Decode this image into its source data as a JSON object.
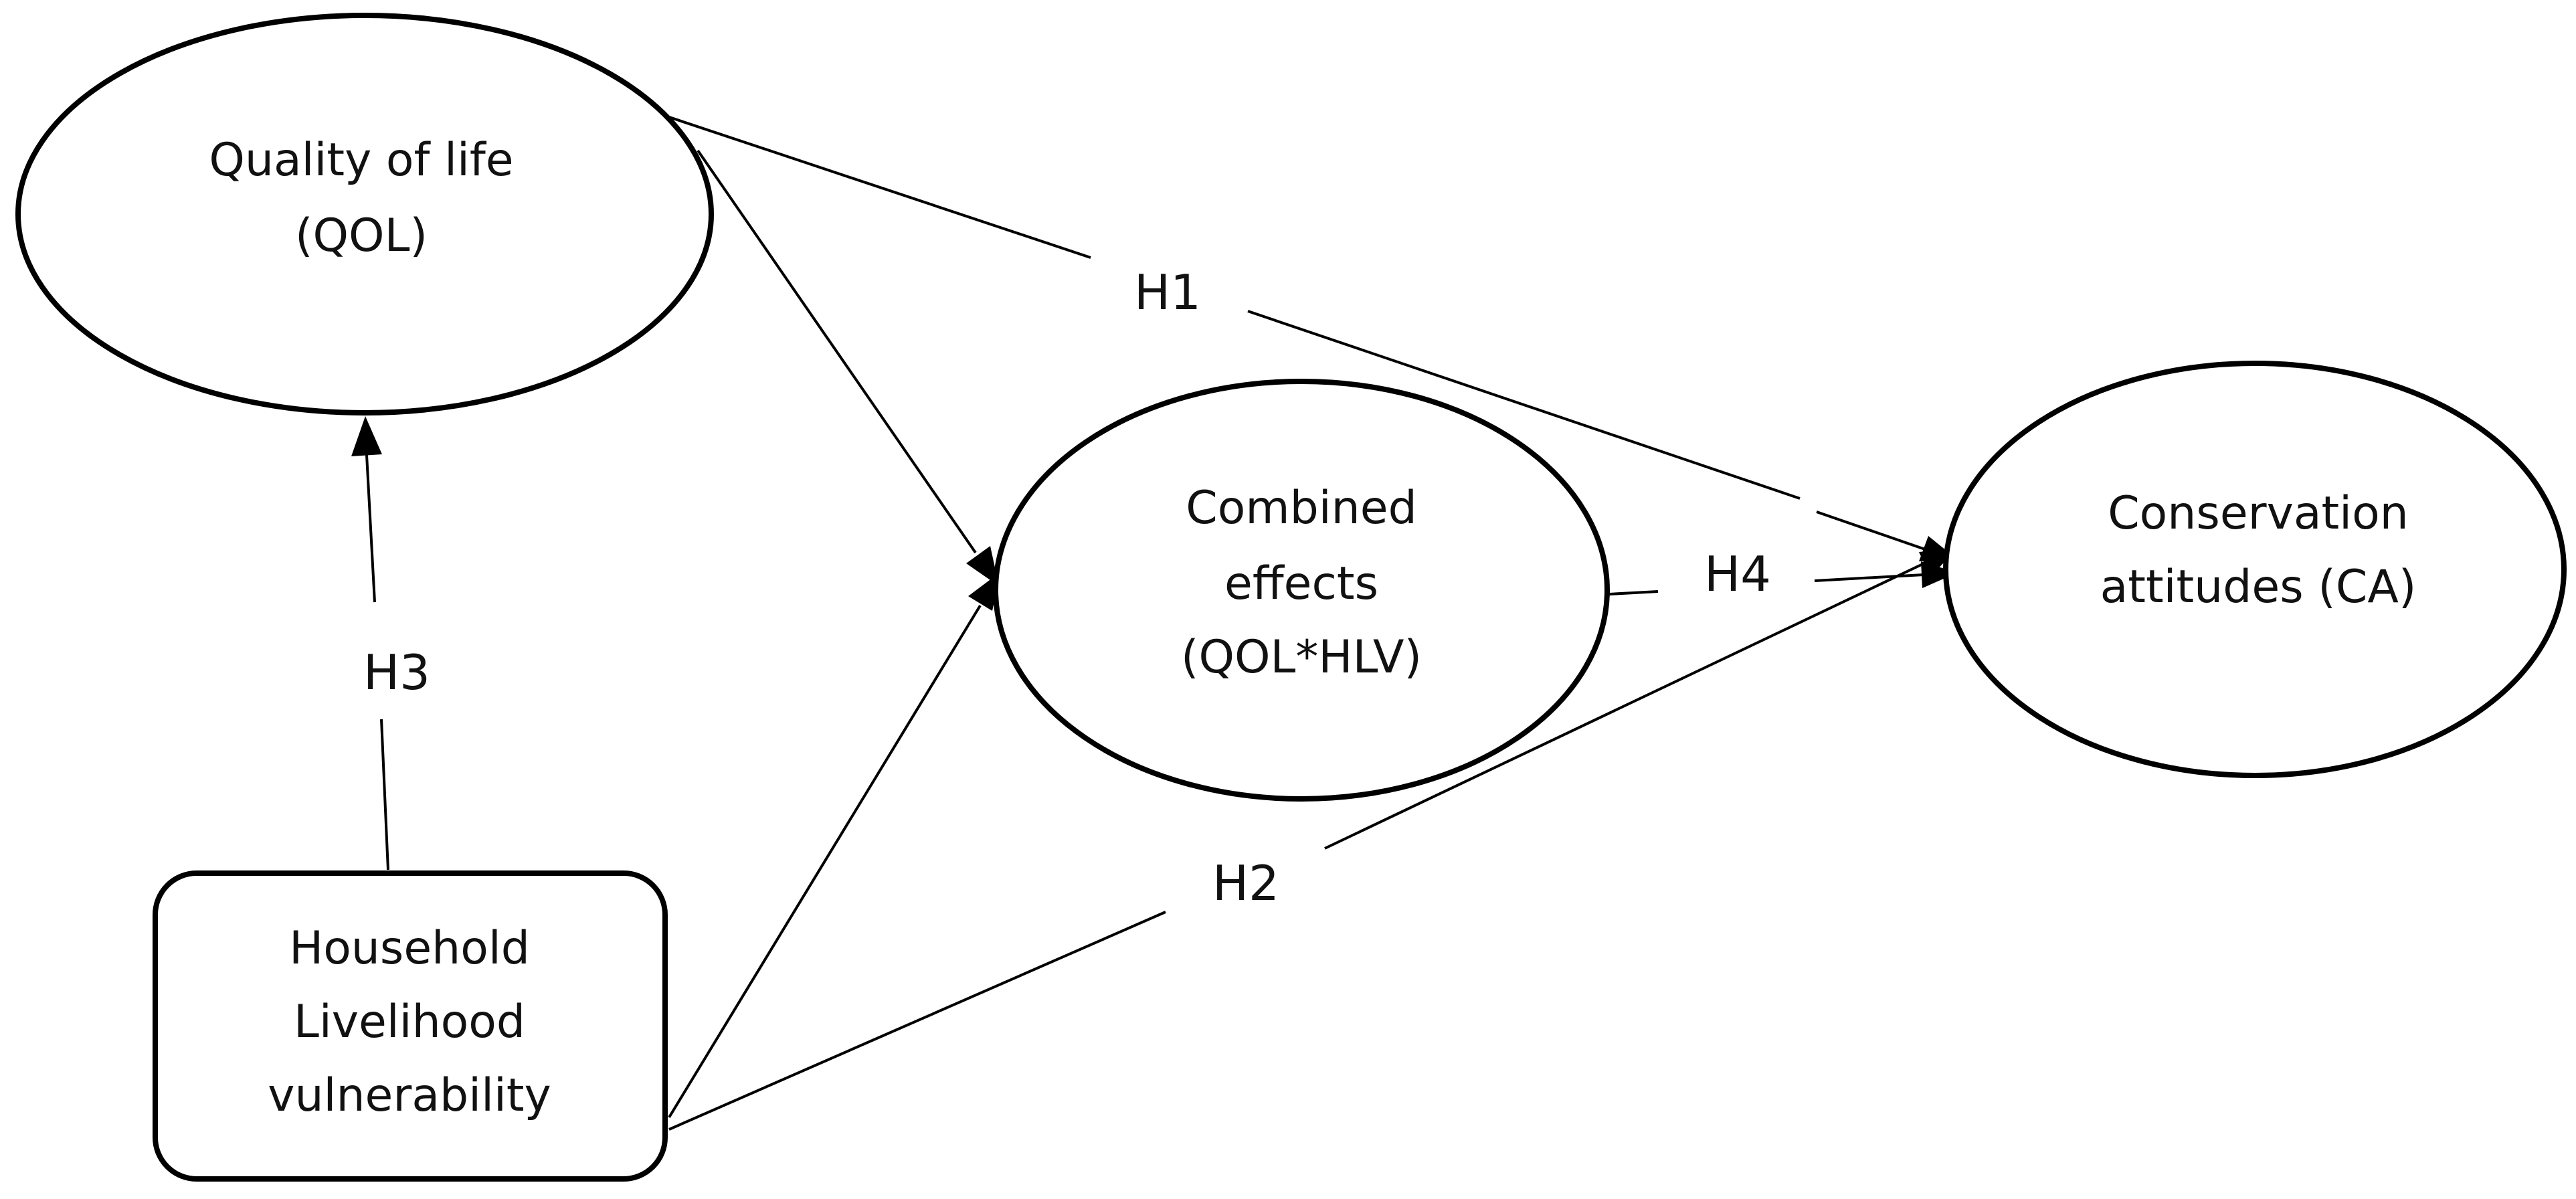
{
  "nodes": {
    "qol": {
      "lines": [
        "Quality of life",
        "(QOL)"
      ]
    },
    "combined": {
      "lines": [
        "Combined",
        "effects",
        "(QOL*HLV)"
      ]
    },
    "ca": {
      "lines": [
        "Conservation",
        "attitudes (CA)"
      ]
    },
    "hlv": {
      "lines": [
        "Household",
        "Livelihood",
        "vulnerability"
      ]
    }
  },
  "edges": {
    "h1": {
      "label": "H1",
      "from": "Quality of life (QOL)",
      "to": "Conservation attitudes (CA)"
    },
    "h2": {
      "label": "H2",
      "from": "Household Livelihood vulnerability",
      "to": "Conservation attitudes (CA)"
    },
    "h3": {
      "label": "H3",
      "from": "Household Livelihood vulnerability",
      "to": "Quality of life (QOL)"
    },
    "h4": {
      "label": "H4",
      "from": "Combined effects (QOL*HLV)",
      "to": "Conservation attitudes (CA)"
    },
    "qol_to_combined": {
      "from": "Quality of life (QOL)",
      "to": "Combined effects (QOL*HLV)"
    },
    "hlv_to_combined": {
      "from": "Household Livelihood vulnerability",
      "to": "Combined effects (QOL*HLV)"
    }
  }
}
